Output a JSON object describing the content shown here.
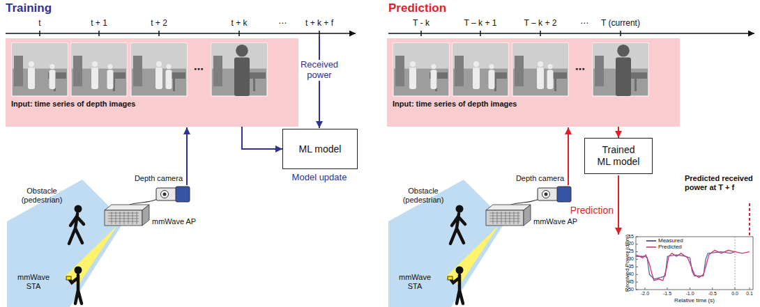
{
  "diagram": {
    "nodes": [
      {
        "text": [
          "Input: time series of depth images"
        ]
      },
      {
        "text": [
          "ML model"
        ]
      },
      {
        "text": [
          "Input: time series of depth images"
        ]
      },
      {
        "text": [
          "Trained ML model"
        ]
      }
    ],
    "edges": [
      {
        "from": 0,
        "to": 1,
        "arrow": "to"
      },
      {
        "from": 2,
        "to": 3,
        "arrow": "to"
      }
    ],
    "labels": [
      "Training",
      "t",
      "t + 1",
      "t + 2",
      "t + k",
      "⋯",
      "t + k + f",
      "⋯",
      "Received power",
      "Model update",
      "Depth camera",
      "Obstacle (pedestrian)",
      "mmWave AP",
      "mmWave STA",
      "Prediction",
      "T - k",
      "T – k + 1",
      "T – k + 2",
      "⋯",
      "T (current)",
      "⋯",
      "Depth camera",
      "Obstacle (pedestrian)",
      "mmWave AP",
      "mmWave STA",
      "Prediction",
      "Predicted received power at T + f",
      "Received Power (dBm)",
      "-15",
      "-20",
      "-25",
      "-30",
      "-35",
      "-40",
      "-45",
      "-50",
      "-2.0",
      "-1.5",
      "-1.0",
      "-0.5",
      "0.0",
      "0.1",
      "Relative time (s)"
    ],
    "legend": [
      {
        "text": "Measured"
      },
      {
        "text": "Predicted"
      }
    ]
  }
}
